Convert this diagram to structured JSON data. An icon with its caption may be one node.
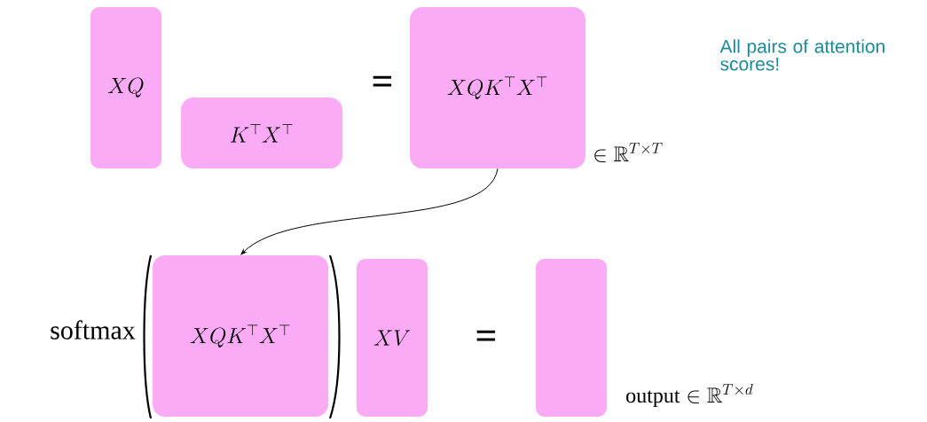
{
  "diagram": {
    "nodes": [
      {
        "text": [
          "XQ"
        ]
      },
      {
        "text": [
          "K^\\top X^\\top"
        ]
      },
      {
        "text": [
          "XQK^\\top X^\\top"
        ],
        "beside": [
          "\\in \\mathbb{R}^{T\\times T}"
        ]
      },
      {
        "text": [
          "XQK^\\top X^\\top"
        ]
      },
      {
        "text": [
          "XV"
        ]
      },
      {
        "text": [],
        "shape": "box",
        "beside": [
          "\\mathrm{output} \\in \\mathbb{R}^{T\\times d}"
        ]
      }
    ],
    "edges": [
      {
        "from": 2,
        "to": 3,
        "arrow": "to"
      }
    ],
    "labels": [
      "=",
      "All pairs of attention scores!",
      "softmax",
      "="
    ]
  }
}
